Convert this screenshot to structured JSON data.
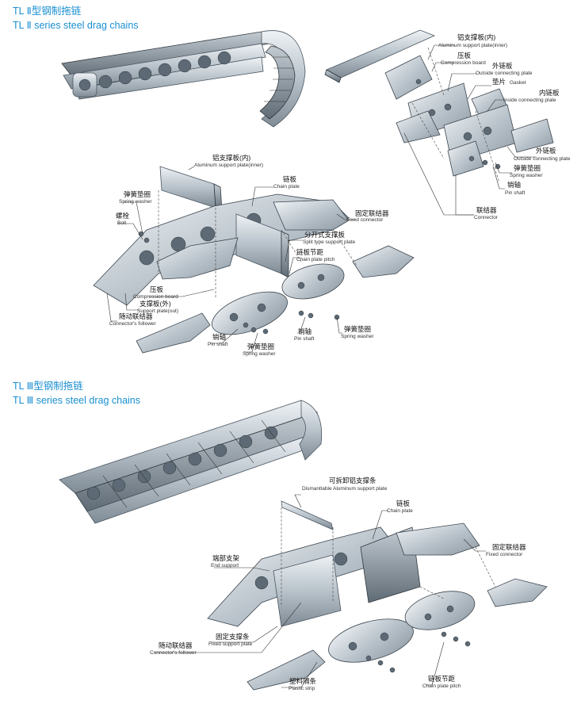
{
  "section_2": {
    "title_cn": "TL Ⅱ型钢制拖链",
    "title_en": "TL Ⅱ series steel drag chains"
  },
  "section_3": {
    "title_cn": "TL Ⅲ型钢制拖链",
    "title_en": "TL Ⅲ series steel drag chains"
  },
  "labels_tr": [
    {
      "cn": "铝支撑板(内)",
      "en": "Aluminum support plate(inner)"
    },
    {
      "cn": "压板",
      "en": "Compression board"
    },
    {
      "cn": "外链板",
      "en": "Outside connecting plate"
    },
    {
      "cn": "垫片",
      "en": "Gasket"
    },
    {
      "cn": "内链板",
      "en": "Inside connecting plate"
    },
    {
      "cn": "外链板",
      "en": "Outside connecting plate"
    },
    {
      "cn": "弹簧垫圈",
      "en": "Spring washer"
    },
    {
      "cn": "销轴",
      "en": "Pin shaft"
    },
    {
      "cn": "联结器",
      "en": "Connector"
    }
  ],
  "labels_mid": [
    {
      "cn": "铝支撑板(内)",
      "en": "Aluminum support plate(inner)"
    },
    {
      "cn": "链板",
      "en": "Chain plate"
    },
    {
      "cn": "弹簧垫圈",
      "en": "Spring washer"
    },
    {
      "cn": "螺栓",
      "en": "Bolt"
    },
    {
      "cn": "固定联结器",
      "en": "Fixed connector"
    },
    {
      "cn": "分开式支撑板",
      "en": "Split type support plate"
    },
    {
      "cn": "链板节距",
      "en": "Chain plate pitch"
    },
    {
      "cn": "压板",
      "en": "Compression board"
    },
    {
      "cn": "支撑板(外)",
      "en": "Support plate(out)"
    },
    {
      "cn": "随动联结器",
      "en": "Connector's follower"
    },
    {
      "cn": "销轴",
      "en": "Pin shaft"
    },
    {
      "cn": "弹簧垫圈",
      "en": "Spring washer"
    },
    {
      "cn": "销轴",
      "en": "Pin shaft"
    },
    {
      "cn": "弹簧垫圈",
      "en": "Spring washer"
    }
  ],
  "labels_bottom": [
    {
      "cn": "可拆卸铝支撑条",
      "en": "Dismantlable Aluminum support plate"
    },
    {
      "cn": "链板",
      "en": "Chain plate"
    },
    {
      "cn": "端部支架",
      "en": "End support"
    },
    {
      "cn": "固定联结器",
      "en": "Fixed connector"
    },
    {
      "cn": "随动联结器",
      "en": "Connector's follower"
    },
    {
      "cn": "固定支撑条",
      "en": "Fixed support plate"
    },
    {
      "cn": "塑料隔条",
      "en": "Plastic strip"
    },
    {
      "cn": "链板节距",
      "en": "Chain plate pitch"
    }
  ],
  "colors": {
    "title": "#1a8fd1",
    "steel_light": "#e8edf1",
    "steel_dark": "#8c98a3"
  }
}
